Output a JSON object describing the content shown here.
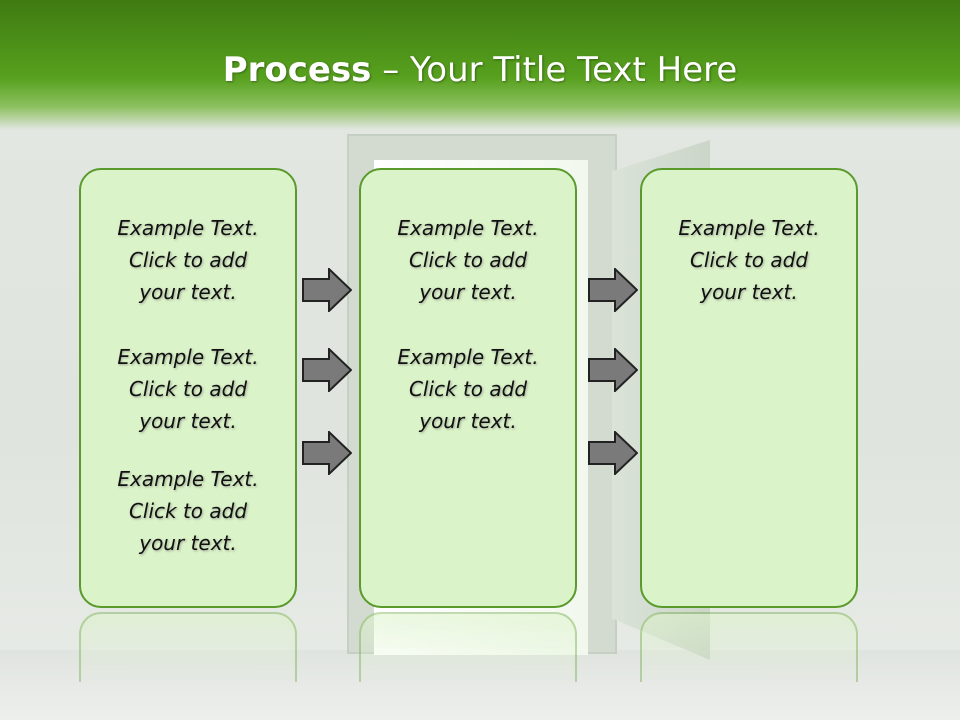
{
  "title": {
    "bold": "Process",
    "rest": "– Your Title Text Here"
  },
  "columns": [
    {
      "items": [
        {
          "l1": "Example Text.",
          "l2": "Click  to add",
          "l3": "your text."
        },
        {
          "l1": "Example Text.",
          "l2": "Click  to add",
          "l3": "your text."
        },
        {
          "l1": "Example Text.",
          "l2": "Click  to add",
          "l3": "your text."
        }
      ]
    },
    {
      "items": [
        {
          "l1": "Example Text.",
          "l2": "Click  to add",
          "l3": "your text."
        },
        {
          "l1": "Example Text.",
          "l2": "Click  to add",
          "l3": "your text."
        }
      ]
    },
    {
      "items": [
        {
          "l1": "Example Text.",
          "l2": "Click  to add",
          "l3": "your text."
        }
      ]
    }
  ],
  "icons": {
    "arrow": "right-arrow-icon"
  },
  "colors": {
    "header_green": "#4f9418",
    "box_fill": "#dbf3c8",
    "box_border": "#5a9a2c",
    "arrow_fill": "#7a7a7a"
  }
}
